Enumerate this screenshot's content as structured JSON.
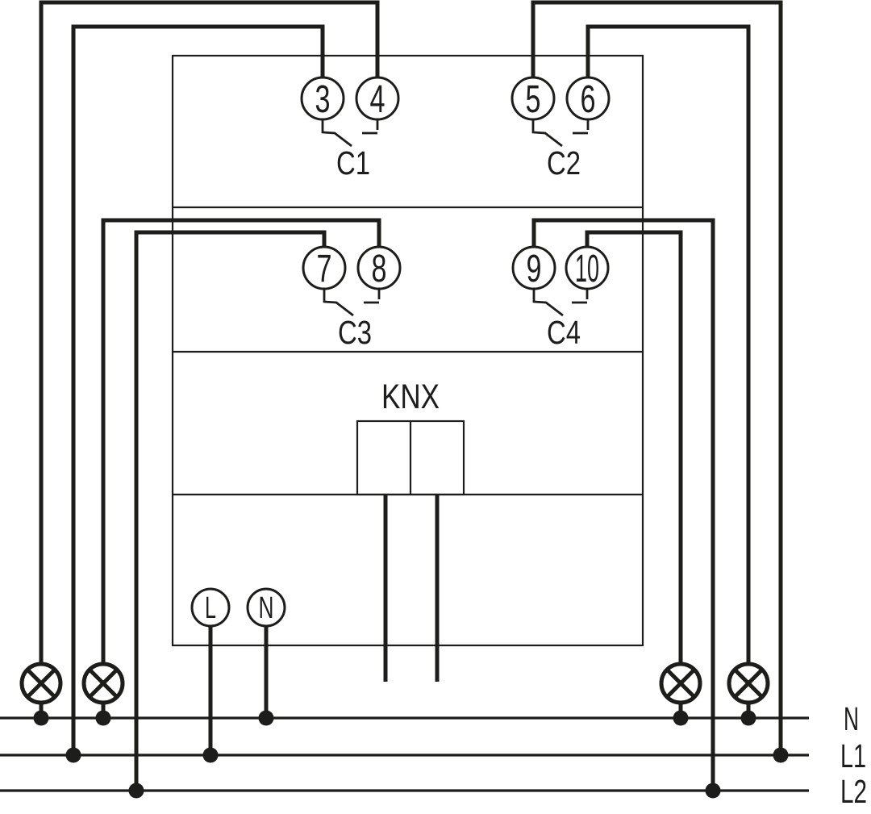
{
  "diagram_kind": "knx-actuator-wiring-schematic",
  "colors": {
    "line": "#1d1d1b",
    "background": "#ffffff"
  },
  "device": {
    "terminals": [
      {
        "label": "3"
      },
      {
        "label": "4"
      },
      {
        "label": "5"
      },
      {
        "label": "6"
      },
      {
        "label": "7"
      },
      {
        "label": "8"
      },
      {
        "label": "9"
      },
      {
        "label": "10"
      }
    ],
    "channels": [
      {
        "label": "C1"
      },
      {
        "label": "C2"
      },
      {
        "label": "C3"
      },
      {
        "label": "C4"
      }
    ],
    "knx": {
      "label": "KNX"
    },
    "power": [
      {
        "label": "L"
      },
      {
        "label": "N"
      }
    ]
  },
  "mains": [
    {
      "label": "N"
    },
    {
      "label": "L1"
    },
    {
      "label": "L2"
    }
  ],
  "lamps": {
    "count": 4,
    "symbol": "circle-with-cross"
  }
}
